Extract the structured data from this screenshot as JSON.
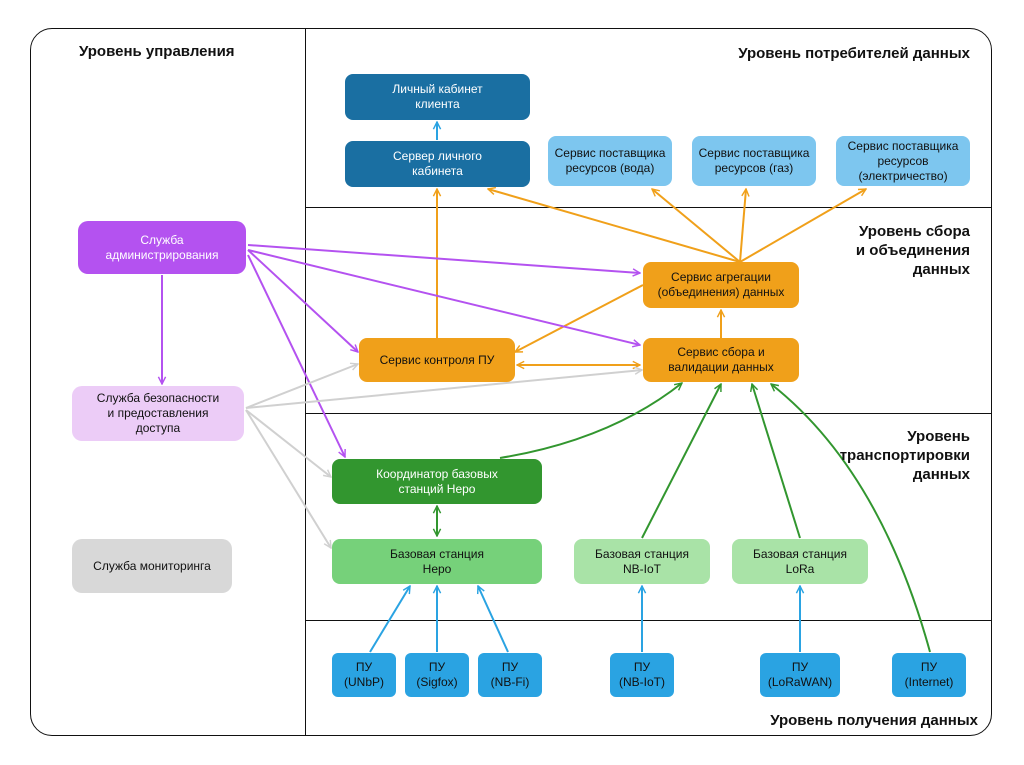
{
  "colors": {
    "navy": "#1a6fa2",
    "sky": "#7dc6ef",
    "orange": "#f0a01a",
    "dark_green": "#32962f",
    "light_green": "#76d17a",
    "pale_green": "#a9e3a7",
    "blue": "#2aa3e2",
    "purple": "#b452f0",
    "lilac": "#ecccf7",
    "gray": "#d8d8d8"
  },
  "levels": {
    "management": "Уровень управления",
    "consumers": "Уровень потребителей данных",
    "collection": "Уровень сбора\nи объединения\nданных",
    "transport": "Уровень\nтранспортировки\nданных",
    "acquisition": "Уровень получения данных"
  },
  "nodes": {
    "client_cabinet": "Личный кабинет\nклиента",
    "cabinet_server": "Сервер личного\nкабинета",
    "supplier_water": "Сервис поставщика\nресурсов (вода)",
    "supplier_gas": "Сервис поставщика\nресурсов (газ)",
    "supplier_electricity": "Сервис поставщика\nресурсов\n(электричество)",
    "admin_service": "Служба\nадминистрирования",
    "security_service": "Служба безопасности\nи предоставления\nдоступа",
    "monitoring_service": "Служба мониторинга",
    "aggregation_service": "Сервис агрегации\n(объединения) данных",
    "control_service": "Сервис контроля ПУ",
    "collection_service": "Сервис сбора и\nвалидации данных",
    "hero_coordinator": "Координатор базовых\nстанций Неро",
    "bs_hero": "Базовая станция\nНеро",
    "bs_nbiot": "Базовая станция\nNB-IoT",
    "bs_lora": "Базовая станция\nLoRa",
    "pu_unbp": "ПУ\n(UNbP)",
    "pu_sigfox": "ПУ\n(Sigfox)",
    "pu_nbfi": "ПУ\n(NB-Fi)",
    "pu_nbiot": "ПУ\n(NB-IoT)",
    "pu_lorawan": "ПУ\n(LoRaWAN)",
    "pu_internet": "ПУ\n(Internet)"
  }
}
